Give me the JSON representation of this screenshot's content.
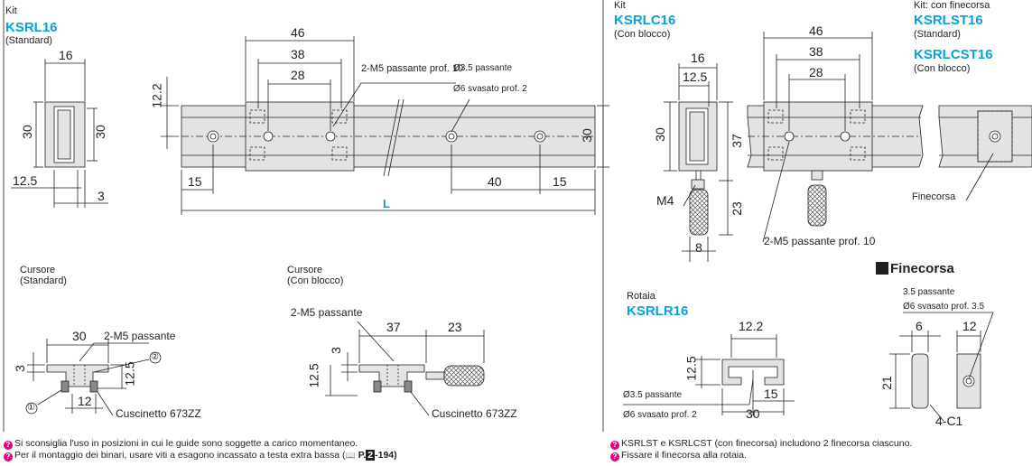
{
  "kit1": {
    "caption": "Kit",
    "code": "KSRL16",
    "variant": "(Standard)"
  },
  "kit2": {
    "caption": "Kit",
    "code": "KSRLC16",
    "variant": "(Con blocco)"
  },
  "kit3": {
    "caption": "Kit: con finecorsa",
    "code_a": "KSRLST16",
    "variant_a": "(Standard)",
    "code_b": "KSRLCST16",
    "variant_b": "(Con blocco)"
  },
  "rail": {
    "caption": "Rotaia",
    "code": "KSRLR16"
  },
  "cursor1": {
    "caption": "Cursore",
    "variant": "(Standard)"
  },
  "cursor2": {
    "caption": "Cursore",
    "variant": "(Con blocco)"
  },
  "stopper": {
    "title": "Finecorsa"
  },
  "dims": {
    "d16": "16",
    "d30a": "30",
    "d30b": "30",
    "d12_5": "12.5",
    "d3": "3",
    "d46": "46",
    "d38": "38",
    "d28": "28",
    "d12_2": "12.2",
    "d15a": "15",
    "d40": "40",
    "d15b": "15",
    "dL": "L",
    "d30c": "30",
    "m5_thru_10": "2-M5 passante prof. 10",
    "hole35": "Ø3.5 passante",
    "cs6_2": "Ø6 svasato prof. 2",
    "k2_16": "16",
    "k2_12_5": "12.5",
    "k2_30": "30",
    "k2_37": "37",
    "k2_23": "23",
    "k2_8": "8",
    "k2_m4": "M4",
    "k3_46": "46",
    "k3_38": "38",
    "k3_28": "28",
    "k3_m5": "2-M5 passante prof. 10",
    "k3_stop": "Finecorsa",
    "c1_30": "30",
    "c1_m5": "2-M5 passante",
    "c1_3": "3",
    "c1_12_5": "12.5",
    "c1_12": "12",
    "c1_bearing": "Cuscinetto 673ZZ",
    "c1_n1": "①",
    "c1_n2": "②",
    "c2_m5": "2-M5 passante",
    "c2_37": "37",
    "c2_23": "23",
    "c2_3": "3",
    "c2_12_5": "12.5",
    "c2_bearing": "Cuscinetto 673ZZ",
    "r_12_2": "12.2",
    "r_12_5": "12.5",
    "r_15": "15",
    "r_30": "30",
    "r_hole": "Ø3.5 passante",
    "r_cs": "Ø6 svasato prof. 2",
    "s_hole": "3.5 passante",
    "s_cs": "Ø6 svasato prof. 3.5",
    "s_6": "6",
    "s_12": "12",
    "s_21": "21",
    "s_c1": "4-C1"
  },
  "notes_left": [
    "Si sconsiglia l'uso in posizioni in cui le guide sono soggette a carico momentaneo.",
    "Per il montaggio dei binari, usare viti a esagono incassato a testa extra bassa ("
  ],
  "note_ref": {
    "prefix": "P.",
    "page": "2",
    "suffix": "-194)"
  },
  "notes_right": [
    "KSRLST e KSRLCST (con finecorsa) includono 2 finecorsa ciascuno.",
    "Fissare il finecorsa alla rotaia."
  ],
  "colors": {
    "accent": "#0aa0dc",
    "note_icon": "#e3007f",
    "metal": "#e3e3e3"
  }
}
